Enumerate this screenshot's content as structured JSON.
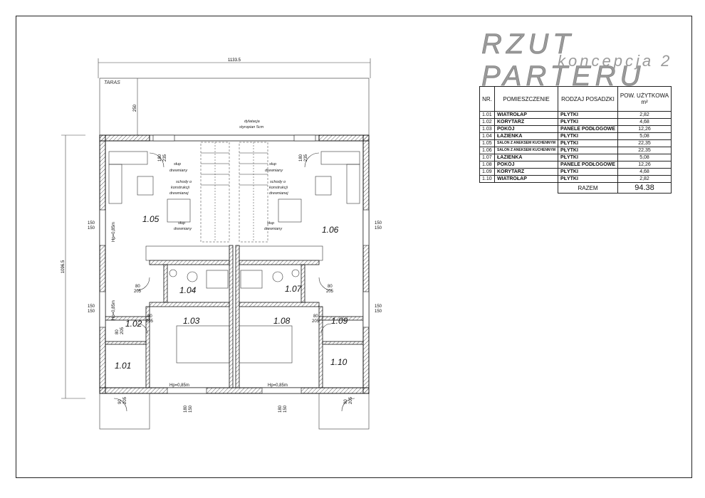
{
  "title": "RZUT PARTERU",
  "subtitle": "koncepcja 2",
  "table": {
    "headers": [
      "NR.",
      "POMIESZCZENIE",
      "RODZAJ POSADZKI",
      "POW. UŻYTKOWA",
      "m²"
    ],
    "rows": [
      {
        "nr": "1.01",
        "name": "WIATROŁAP",
        "floor": "PŁYTKI",
        "area": "2,82"
      },
      {
        "nr": "1.02",
        "name": "KORYTARZ",
        "floor": "PŁYTKI",
        "area": "4,68"
      },
      {
        "nr": "1.03",
        "name": "POKÓJ",
        "floor": "PANELE PODŁOGOWE",
        "area": "12,26"
      },
      {
        "nr": "1.04",
        "name": "ŁAZIENKA",
        "floor": "PŁYTKI",
        "area": "5,08"
      },
      {
        "nr": "1.05",
        "name": "SALON Z ANEKSEM KUCHENNYM",
        "floor": "PŁYTKI",
        "area": "22,35"
      },
      {
        "nr": "1.06",
        "name": "SALON Z ANEKSEM KUCHENNYM",
        "floor": "PŁYTKI",
        "area": "22,35"
      },
      {
        "nr": "1.07",
        "name": "ŁAZIENKA",
        "floor": "PŁYTKI",
        "area": "5,08"
      },
      {
        "nr": "1.08",
        "name": "POKÓJ",
        "floor": "PANELE PODŁOGOWE",
        "area": "12,26"
      },
      {
        "nr": "1.09",
        "name": "KORYTARZ",
        "floor": "PŁYTKI",
        "area": "4,68"
      },
      {
        "nr": "1.10",
        "name": "WIATROŁAP",
        "floor": "PŁYTKI",
        "area": "2,82"
      }
    ],
    "total_label": "RAZEM",
    "total_value": "94.38"
  },
  "plan": {
    "dim_top": "1133.5",
    "dim_left": "1096.5",
    "terrace_label": "TARAS",
    "terrace_depth": "250",
    "dilatation_1": "dylatacja",
    "dilatation_2": "styropian 5cm",
    "room_labels": {
      "r101": "1.01",
      "r102": "1.02",
      "r103": "1.03",
      "r104": "1.04",
      "r105": "1.05",
      "r106": "1.06",
      "r107": "1.07",
      "r108": "1.08",
      "r109": "1.09",
      "r110": "1.10"
    },
    "pillar_1": "słup",
    "pillar_2": "drewniany",
    "stairs_1": "schody o",
    "stairs_2": "konstrukcji",
    "stairs_3": "drewnianej",
    "hp_window": "Hp=0,85m",
    "win_150": "150",
    "win_180": "180",
    "win_235": "235",
    "door_80": "80",
    "door_205": "205",
    "door_90": "90"
  }
}
